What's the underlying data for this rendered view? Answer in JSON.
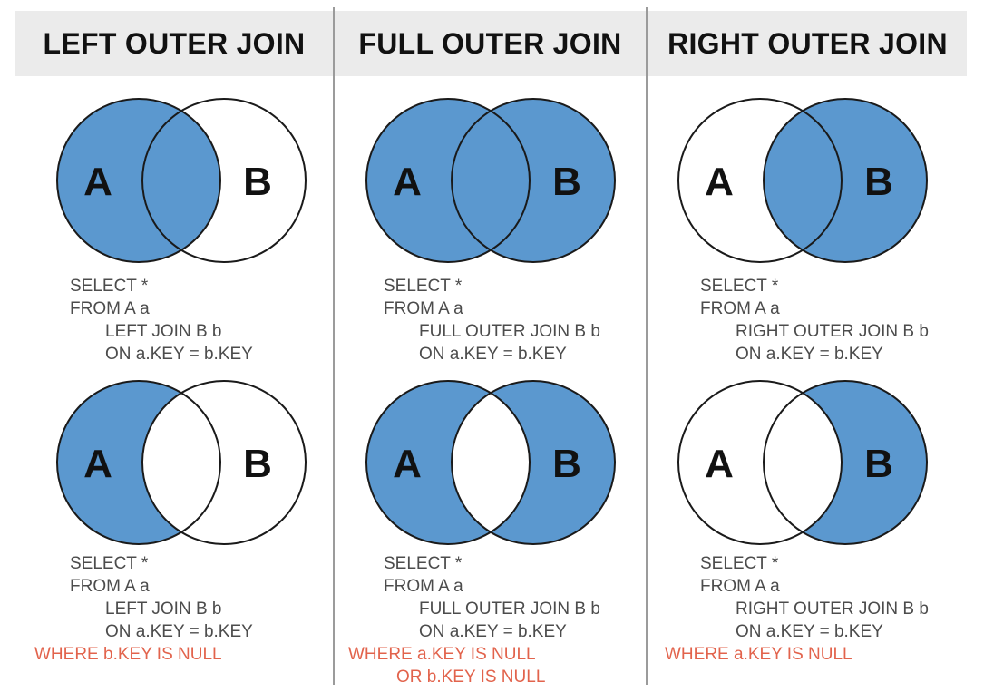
{
  "colors": {
    "venn_blue": "#5b98cf",
    "header_bg": "#ebebeb",
    "code_text": "#4c4c4c",
    "highlight_red": "#e2634c",
    "divider_gray": "#9b9b9b",
    "title_text": "#111111",
    "circle_stroke": "#1a1a1a"
  },
  "columns": [
    {
      "title": "LEFT OUTER JOIN",
      "diagrams": [
        {
          "venn": {
            "a_label": "A",
            "b_label": "B",
            "a_filled": true,
            "b_filled": false,
            "intersection_filled": true
          },
          "sql": [
            {
              "text": "SELECT *",
              "indent": 1,
              "red": false
            },
            {
              "text": "FROM A a",
              "indent": 1,
              "red": false
            },
            {
              "text": "LEFT JOIN B b",
              "indent": 2,
              "red": false
            },
            {
              "text": "ON a.KEY = b.KEY",
              "indent": 2,
              "red": false
            }
          ]
        },
        {
          "venn": {
            "a_label": "A",
            "b_label": "B",
            "a_filled": true,
            "b_filled": false,
            "intersection_filled": false
          },
          "sql": [
            {
              "text": "SELECT *",
              "indent": 1,
              "red": false
            },
            {
              "text": "FROM A a",
              "indent": 1,
              "red": false
            },
            {
              "text": "LEFT JOIN B b",
              "indent": 2,
              "red": false
            },
            {
              "text": "ON a.KEY = b.KEY",
              "indent": 2,
              "red": false
            },
            {
              "text": "WHERE b.KEY IS NULL",
              "indent": 0,
              "red": true
            }
          ]
        }
      ]
    },
    {
      "title": "FULL OUTER JOIN",
      "diagrams": [
        {
          "venn": {
            "a_label": "A",
            "b_label": "B",
            "a_filled": true,
            "b_filled": true,
            "intersection_filled": true
          },
          "sql": [
            {
              "text": "SELECT *",
              "indent": 1,
              "red": false
            },
            {
              "text": "FROM A a",
              "indent": 1,
              "red": false
            },
            {
              "text": "FULL OUTER JOIN B b",
              "indent": 2,
              "red": false
            },
            {
              "text": "ON a.KEY = b.KEY",
              "indent": 2,
              "red": false
            }
          ]
        },
        {
          "venn": {
            "a_label": "A",
            "b_label": "B",
            "a_filled": true,
            "b_filled": true,
            "intersection_filled": false
          },
          "sql": [
            {
              "text": "SELECT *",
              "indent": 1,
              "red": false
            },
            {
              "text": "FROM A a",
              "indent": 1,
              "red": false
            },
            {
              "text": "FULL OUTER JOIN B b",
              "indent": 2,
              "red": false
            },
            {
              "text": "ON a.KEY = b.KEY",
              "indent": 2,
              "red": false
            },
            {
              "text": "WHERE a.KEY IS NULL",
              "indent": 0,
              "red": true
            },
            {
              "text": "OR b.KEY IS NULL",
              "indent": 3,
              "red": true
            }
          ]
        }
      ]
    },
    {
      "title": "RIGHT OUTER JOIN",
      "diagrams": [
        {
          "venn": {
            "a_label": "A",
            "b_label": "B",
            "a_filled": false,
            "b_filled": true,
            "intersection_filled": true
          },
          "sql": [
            {
              "text": "SELECT *",
              "indent": 1,
              "red": false
            },
            {
              "text": "FROM A a",
              "indent": 1,
              "red": false
            },
            {
              "text": "RIGHT OUTER JOIN B b",
              "indent": 2,
              "red": false
            },
            {
              "text": "ON a.KEY = b.KEY",
              "indent": 2,
              "red": false
            }
          ]
        },
        {
          "venn": {
            "a_label": "A",
            "b_label": "B",
            "a_filled": false,
            "b_filled": true,
            "intersection_filled": false
          },
          "sql": [
            {
              "text": "SELECT *",
              "indent": 1,
              "red": false
            },
            {
              "text": "FROM A a",
              "indent": 1,
              "red": false
            },
            {
              "text": "RIGHT OUTER JOIN B b",
              "indent": 2,
              "red": false
            },
            {
              "text": "ON a.KEY = b.KEY",
              "indent": 2,
              "red": false
            },
            {
              "text": "WHERE a.KEY IS NULL",
              "indent": 0,
              "red": true
            }
          ]
        }
      ]
    }
  ]
}
